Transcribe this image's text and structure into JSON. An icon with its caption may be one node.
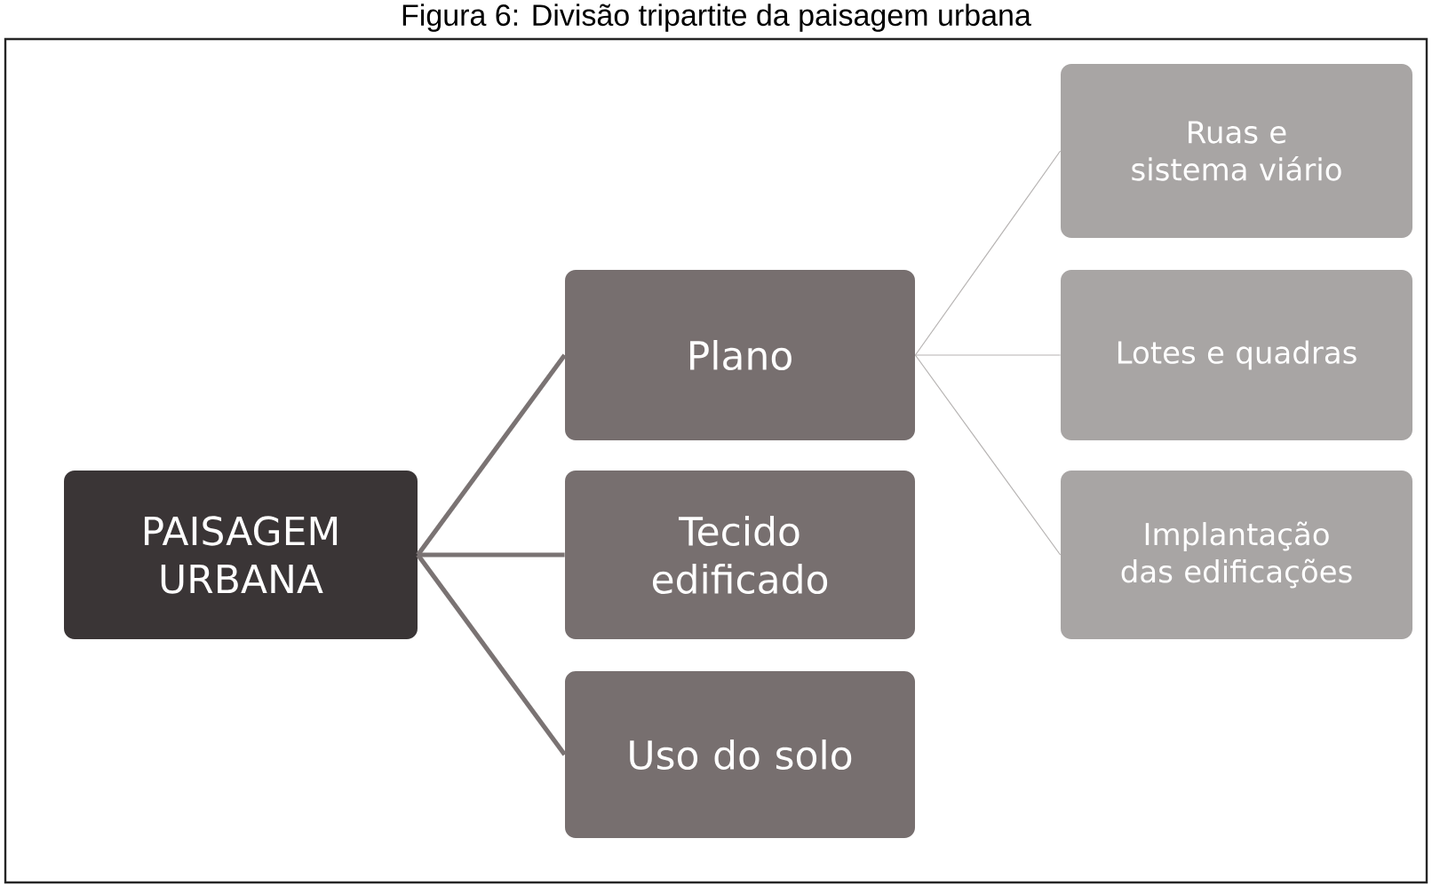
{
  "diagram": {
    "title": "Figura 6: Divisão tripartite da paisagem urbana",
    "nodes": [
      {
        "text": [
          "PAISAGEM URBANA"
        ]
      },
      {
        "text": [
          "Plano"
        ]
      },
      {
        "text": [
          "Tecido edificado"
        ]
      },
      {
        "text": [
          "Uso do solo"
        ]
      },
      {
        "text": [
          "Ruas e sistema viário"
        ]
      },
      {
        "text": [
          "Lotes e quadras"
        ]
      },
      {
        "text": [
          "Implantação das edificações"
        ]
      }
    ],
    "edges": [
      {
        "from": 0,
        "to": 1,
        "arrow": "none",
        "style": "thick"
      },
      {
        "from": 0,
        "to": 2,
        "arrow": "none",
        "style": "thick"
      },
      {
        "from": 0,
        "to": 3,
        "arrow": "none",
        "style": "thick"
      },
      {
        "from": 1,
        "to": 4,
        "arrow": "none",
        "color": "#b5b2b1"
      },
      {
        "from": 1,
        "to": 5,
        "arrow": "none",
        "color": "#b5b2b1"
      },
      {
        "from": 1,
        "to": 6,
        "arrow": "none",
        "color": "#b5b2b1"
      }
    ]
  }
}
